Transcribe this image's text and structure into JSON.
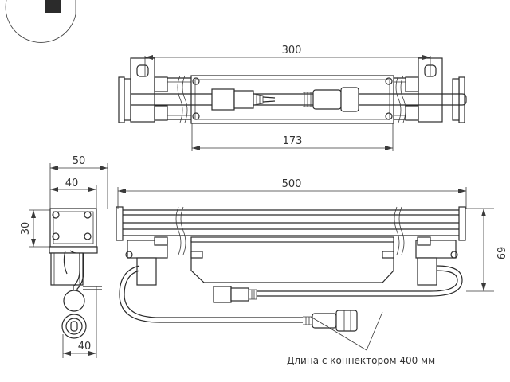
{
  "dimensions": {
    "top_length": "300",
    "top_inner": "173",
    "side_width": "50",
    "side_inner": "40",
    "side_height": "30",
    "side_bottom": "40",
    "front_length": "500",
    "front_height": "69"
  },
  "note": "Длина с коннектором 400 мм",
  "colors": {
    "line": "#2b2b2b",
    "dim": "#3a3a3a"
  }
}
